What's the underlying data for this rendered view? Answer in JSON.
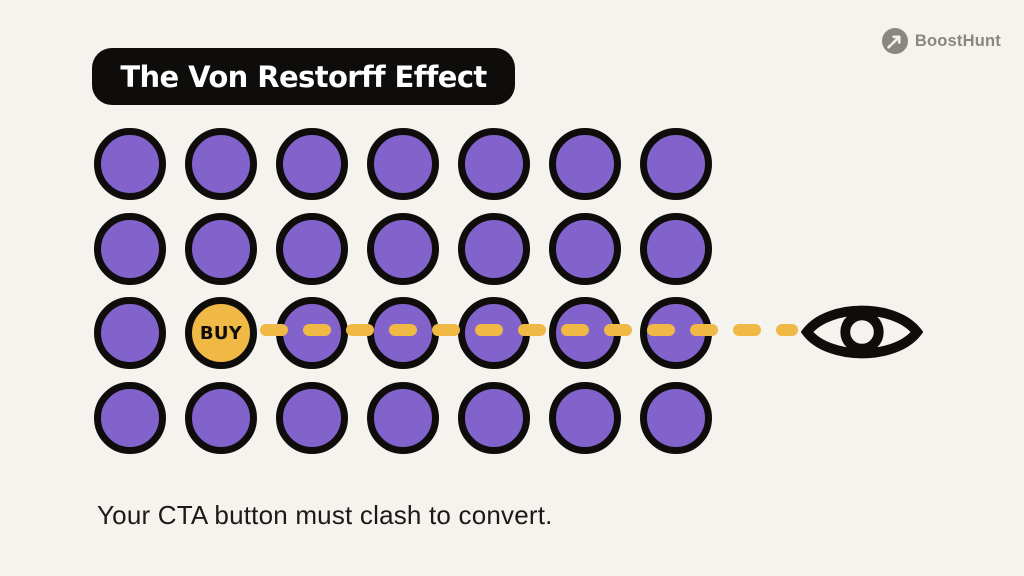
{
  "colors": {
    "background": "#f5f3ed",
    "purple": "#8262cb",
    "yellow": "#f0b845",
    "ink": "#0e0d0b",
    "title_text": "#ffffff",
    "logo_gray": "#8b867f",
    "caption": "#1c1a17"
  },
  "logo": {
    "text": "BoostHunt",
    "icon": "arrow-up-right-circle-icon"
  },
  "title": {
    "label": "The Von Restorff Effect"
  },
  "grid": {
    "rows": 4,
    "cols": 7,
    "highlight": {
      "row": 3,
      "col": 2,
      "label": "BUY"
    }
  },
  "gaze_line": {
    "style": "dashed",
    "meaning": "attention path from CTA to eye"
  },
  "eye_icon": "eye-icon",
  "caption": {
    "text": "Your CTA button must clash to convert."
  }
}
